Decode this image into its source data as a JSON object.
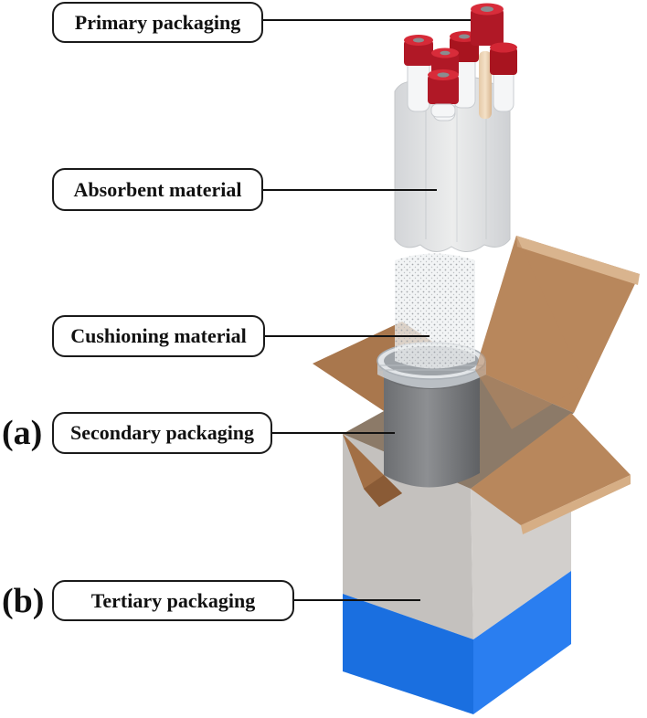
{
  "labels": {
    "primary": "Primary packaging",
    "absorbent": "Absorbent material",
    "cushioning": "Cushioning material",
    "secondary": "Secondary packaging",
    "tertiary": "Tertiary packaging"
  },
  "part_letters": {
    "a": "(a)",
    "b": "(b)"
  },
  "colors": {
    "cap_red": "#b01826",
    "box_grey": "#c9c6c3",
    "box_blue": "#1a6fe0",
    "cardboard": "#b8875c",
    "container_grey": "#7d7f82",
    "absorbent_grey": "#e1e2e4"
  }
}
